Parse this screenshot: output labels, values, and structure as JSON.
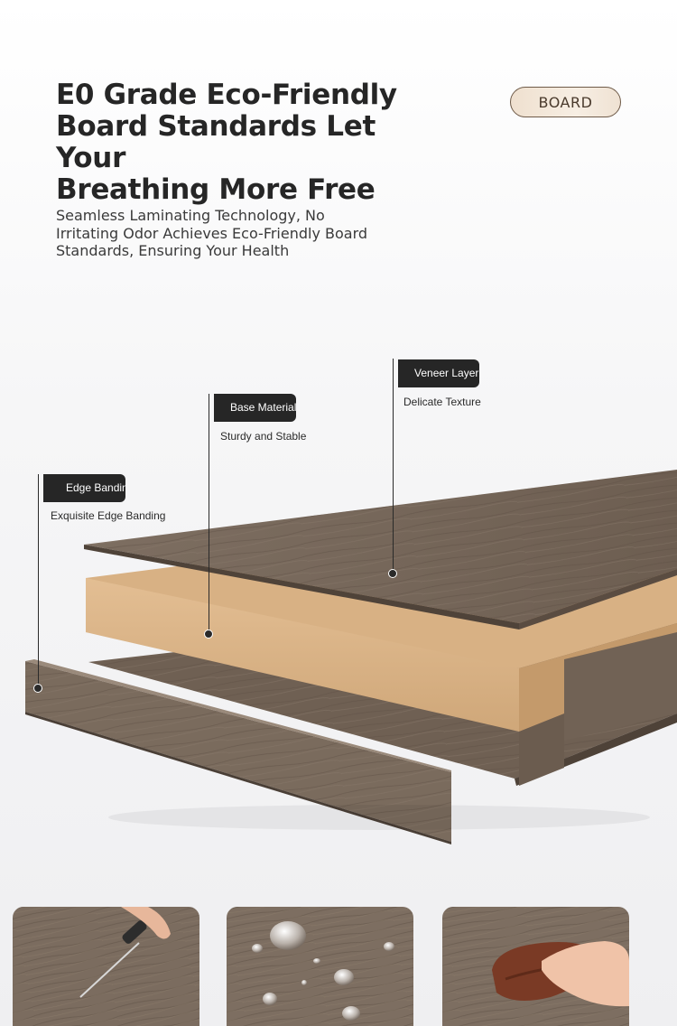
{
  "headline": {
    "lines": [
      "E0 Grade Eco-Friendly",
      "Board Standards Let Your",
      "Breathing More Free"
    ]
  },
  "badge": {
    "label": "BOARD"
  },
  "subtitle": {
    "lines": [
      "Seamless Laminating Technology, No",
      "Irritating Odor Achieves Eco-Friendly Board",
      "Standards, Ensuring Your Health"
    ]
  },
  "callouts": [
    {
      "title": "Veneer Layer",
      "note": "Delicate Texture"
    },
    {
      "title": "Base Material",
      "note": "Sturdy and Stable"
    },
    {
      "title": "Edge Bandin",
      "note": "Exquisite Edge Banding"
    }
  ],
  "tiles": [
    {
      "icon": "scratch-resistant-icon"
    },
    {
      "icon": "waterproof-droplets-icon"
    },
    {
      "icon": "easy-clean-cloth-icon"
    }
  ],
  "colors": {
    "veneer": "#7a6a5c",
    "core": "#d9b48a",
    "label_bg": "#262626",
    "badge_border": "#6e5a48"
  }
}
